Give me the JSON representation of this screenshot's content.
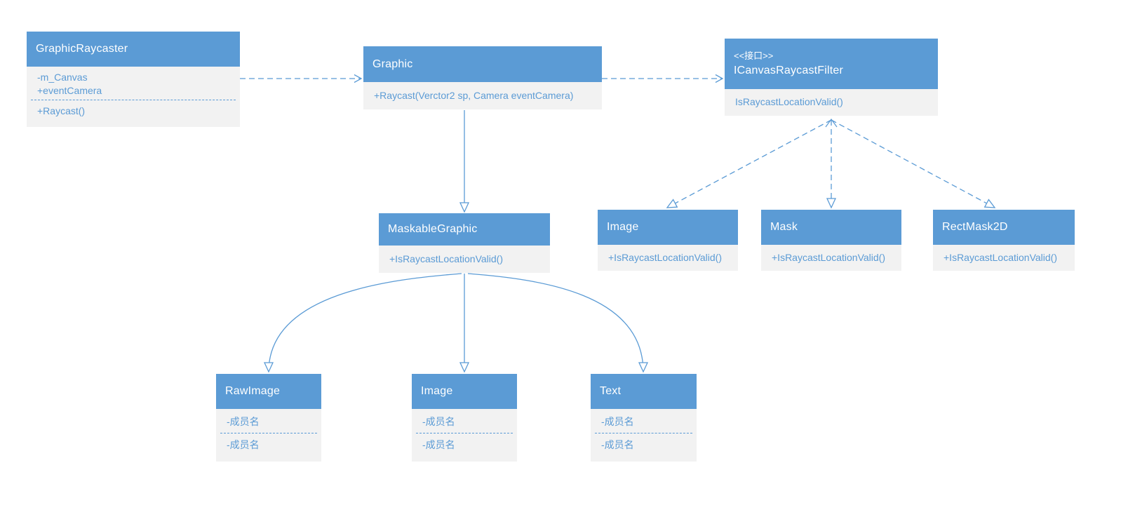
{
  "palette": {
    "header_blue": "#5B9BD5",
    "body_gray": "#F2F2F2",
    "line_blue": "#5B9BD5",
    "header_text": "#FFFFFF"
  },
  "classes": {
    "graphicRaycaster": {
      "name": "GraphicRaycaster",
      "attributes": [
        "-m_Canvas",
        "+eventCamera"
      ],
      "methods": [
        "+Raycast()"
      ]
    },
    "graphic": {
      "name": "Graphic",
      "methods": [
        "+Raycast(Verctor2 sp, Camera eventCamera)"
      ]
    },
    "iCanvasRaycastFilter": {
      "stereotype": "<<接口>>",
      "name": "ICanvasRaycastFilter",
      "methods": [
        "IsRaycastLocationValid()"
      ]
    },
    "maskableGraphic": {
      "name": "MaskableGraphic",
      "methods": [
        "+IsRaycastLocationValid()"
      ]
    },
    "imageMid": {
      "name": "Image",
      "methods": [
        "+IsRaycastLocationValid()"
      ]
    },
    "mask": {
      "name": "Mask",
      "methods": [
        "+IsRaycastLocationValid()"
      ]
    },
    "rectMask2D": {
      "name": "RectMask2D",
      "methods": [
        "+IsRaycastLocationValid()"
      ]
    },
    "rawImage": {
      "name": "RawImage",
      "fieldsTop": [
        "-成员名"
      ],
      "fieldsBottom": [
        "-成员名"
      ]
    },
    "imageBottom": {
      "name": "Image",
      "fieldsTop": [
        "-成员名"
      ],
      "fieldsBottom": [
        "-成员名"
      ]
    },
    "textClass": {
      "name": "Text",
      "fieldsTop": [
        "-成员名"
      ],
      "fieldsBottom": [
        "-成员名"
      ]
    }
  },
  "relations": [
    {
      "from": "GraphicRaycaster",
      "to": "Graphic",
      "style": "dashed-open-arrow"
    },
    {
      "from": "Graphic",
      "to": "ICanvasRaycastFilter",
      "style": "dashed-open-arrow"
    },
    {
      "from": "Graphic",
      "to": "MaskableGraphic",
      "style": "solid-hollow-triangle"
    },
    {
      "from": "ICanvasRaycastFilter",
      "to": "Image",
      "style": "dashed-hollow-triangle"
    },
    {
      "from": "ICanvasRaycastFilter",
      "to": "Mask",
      "style": "dashed-hollow-triangle"
    },
    {
      "from": "ICanvasRaycastFilter",
      "to": "RectMask2D",
      "style": "dashed-hollow-triangle"
    },
    {
      "from": "MaskableGraphic",
      "to": "RawImage",
      "style": "solid-hollow-triangle"
    },
    {
      "from": "MaskableGraphic",
      "to": "Image",
      "style": "solid-hollow-triangle"
    },
    {
      "from": "MaskableGraphic",
      "to": "Text",
      "style": "solid-hollow-triangle"
    }
  ]
}
